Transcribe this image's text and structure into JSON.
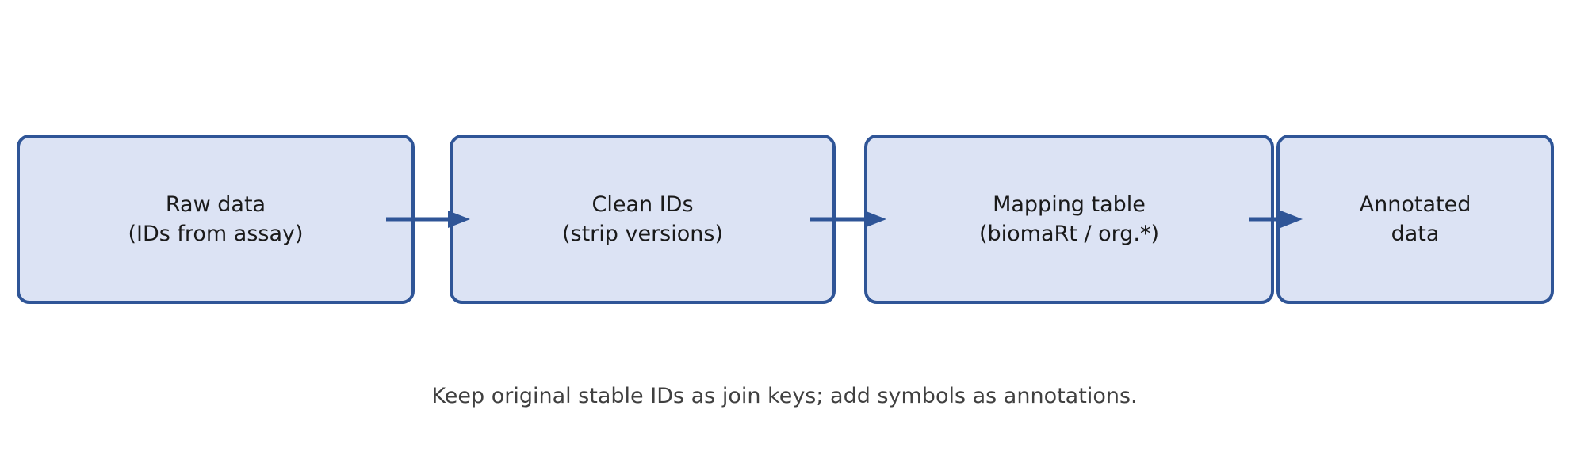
{
  "diagram": {
    "boxes": [
      {
        "name": "raw-data",
        "line1": "Raw data",
        "line2": "(IDs from assay)"
      },
      {
        "name": "clean-ids",
        "line1": "Clean IDs",
        "line2": "(strip versions)"
      },
      {
        "name": "mapping-table",
        "line1": "Mapping table",
        "line2": "(biomaRt / org.*)"
      },
      {
        "name": "annotated-data",
        "line1": "Annotated",
        "line2": "data"
      }
    ],
    "caption": "Keep original stable IDs as join keys; add symbols as annotations.",
    "colors": {
      "box_fill": "#dce3f4",
      "box_border": "#2f5597",
      "arrow": "#2f5597",
      "box_text": "#1a1a1a",
      "caption_text": "#404040",
      "background": "#ffffff"
    }
  }
}
